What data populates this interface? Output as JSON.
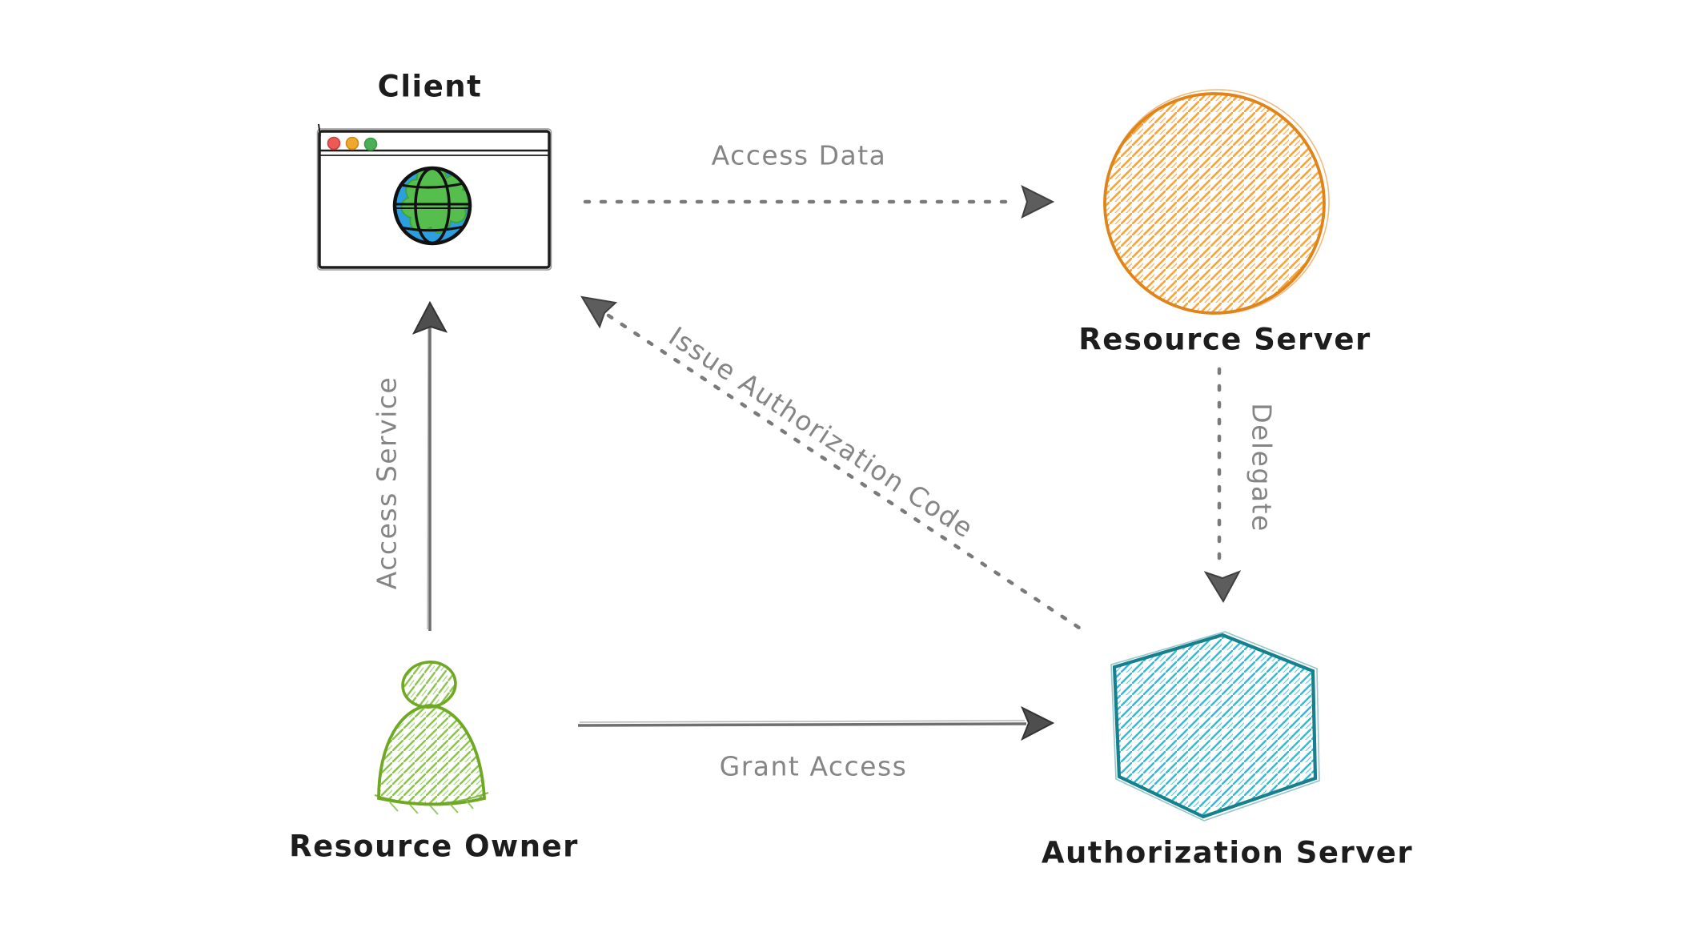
{
  "diagram": {
    "nodes": {
      "client": {
        "label": "Client",
        "icon": "browser-globe-icon"
      },
      "resource_server": {
        "label": "Resource Server",
        "shape": "circle",
        "color": "#e0841a"
      },
      "resource_owner": {
        "label": "Resource Owner",
        "shape": "person",
        "color": "#6fa822"
      },
      "authorization_server": {
        "label": "Authorization Server",
        "shape": "hexagon",
        "color": "#17808f"
      }
    },
    "edges": {
      "access_data": {
        "label": "Access Data",
        "from": "Client",
        "to": "Resource Server",
        "style": "dotted"
      },
      "issue_authorization_code": {
        "label": "Issue Authorization Code",
        "from": "Authorization Server",
        "to": "Client",
        "style": "dotted"
      },
      "delegate": {
        "label": "Delegate",
        "from": "Resource Server",
        "to": "Authorization Server",
        "style": "dotted"
      },
      "access_service": {
        "label": "Access Service",
        "from": "Resource Owner",
        "to": "Client",
        "style": "solid"
      },
      "grant_access": {
        "label": "Grant Access",
        "from": "Resource Owner",
        "to": "Authorization Server",
        "style": "solid"
      }
    },
    "colors": {
      "node_label_text": "#1d1d1d",
      "edge_label_text": "#858585",
      "arrow_solid": "#6f6f6f",
      "arrow_dotted": "#7a7a7a",
      "arrowhead_fill": "#4e4e4e",
      "orange_stroke": "#e0841a",
      "orange_hatch": "#f2a543",
      "teal_stroke": "#17808f",
      "teal_hatch": "#3fb4cb",
      "green_stroke": "#6fa822",
      "green_hatch": "#8cc152",
      "globe_blue": "#2b9fe0",
      "globe_land_green": "#56be4d",
      "traffic_dot_red": "#ed5a55",
      "traffic_dot_yellow": "#f0a82b",
      "traffic_dot_green": "#4caf57"
    }
  }
}
